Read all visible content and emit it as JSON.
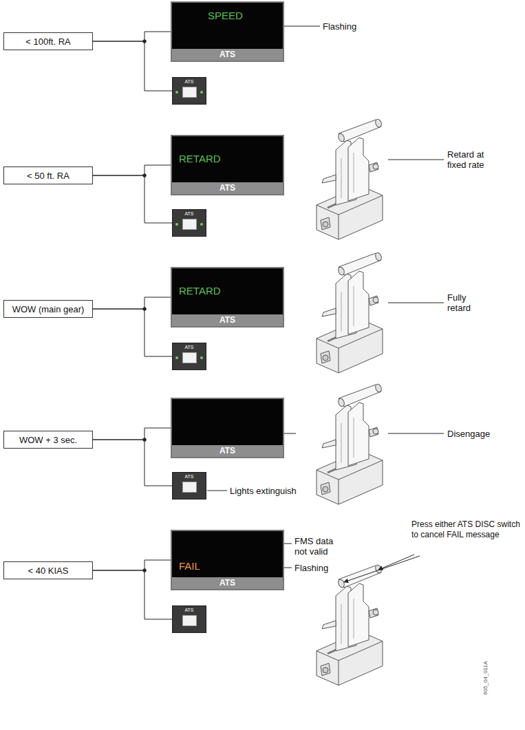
{
  "diagram": {
    "nodes": [
      {
        "text": [
          "< 100ft. RA"
        ]
      },
      {
        "text": [
          "SPEED",
          "ATS"
        ]
      },
      {
        "text": [
          "ATS"
        ]
      },
      {
        "text": [
          "< 50 ft. RA"
        ]
      },
      {
        "text": [
          "RETARD",
          "ATS"
        ]
      },
      {
        "text": [
          "ATS"
        ]
      },
      {
        "text": [
          "WOW (main gear)"
        ]
      },
      {
        "text": [
          "RETARD",
          "ATS"
        ]
      },
      {
        "text": [
          "ATS"
        ]
      },
      {
        "text": [
          "WOW + 3 sec."
        ]
      },
      {
        "text": [
          "ATS"
        ]
      },
      {
        "text": [
          "ATS"
        ]
      },
      {
        "text": [
          "< 40 KIAS"
        ]
      },
      {
        "text": [
          "FAIL",
          "ATS"
        ]
      },
      {
        "text": [
          "ATS"
        ]
      }
    ],
    "edges": [
      {
        "from": 0,
        "to": 1,
        "arrow": "none"
      },
      {
        "from": 0,
        "to": 2,
        "arrow": "none"
      },
      {
        "from": 3,
        "to": 4,
        "arrow": "none"
      },
      {
        "from": 3,
        "to": 5,
        "arrow": "none"
      },
      {
        "from": 6,
        "to": 7,
        "arrow": "none"
      },
      {
        "from": 6,
        "to": 8,
        "arrow": "none"
      },
      {
        "from": 9,
        "to": 10,
        "arrow": "none"
      },
      {
        "from": 9,
        "to": 11,
        "arrow": "none"
      },
      {
        "from": 12,
        "to": 13,
        "arrow": "none"
      },
      {
        "from": 12,
        "to": 14,
        "arrow": "none"
      }
    ],
    "labels": [
      "Flashing",
      "Retard at fixed rate",
      "Fully retard",
      "Disengage",
      "Lights extinguish",
      "FMS data not valid",
      "Flashing",
      "Press either ATS DISC switch to cancel FAIL message",
      "605_04_011A"
    ]
  }
}
